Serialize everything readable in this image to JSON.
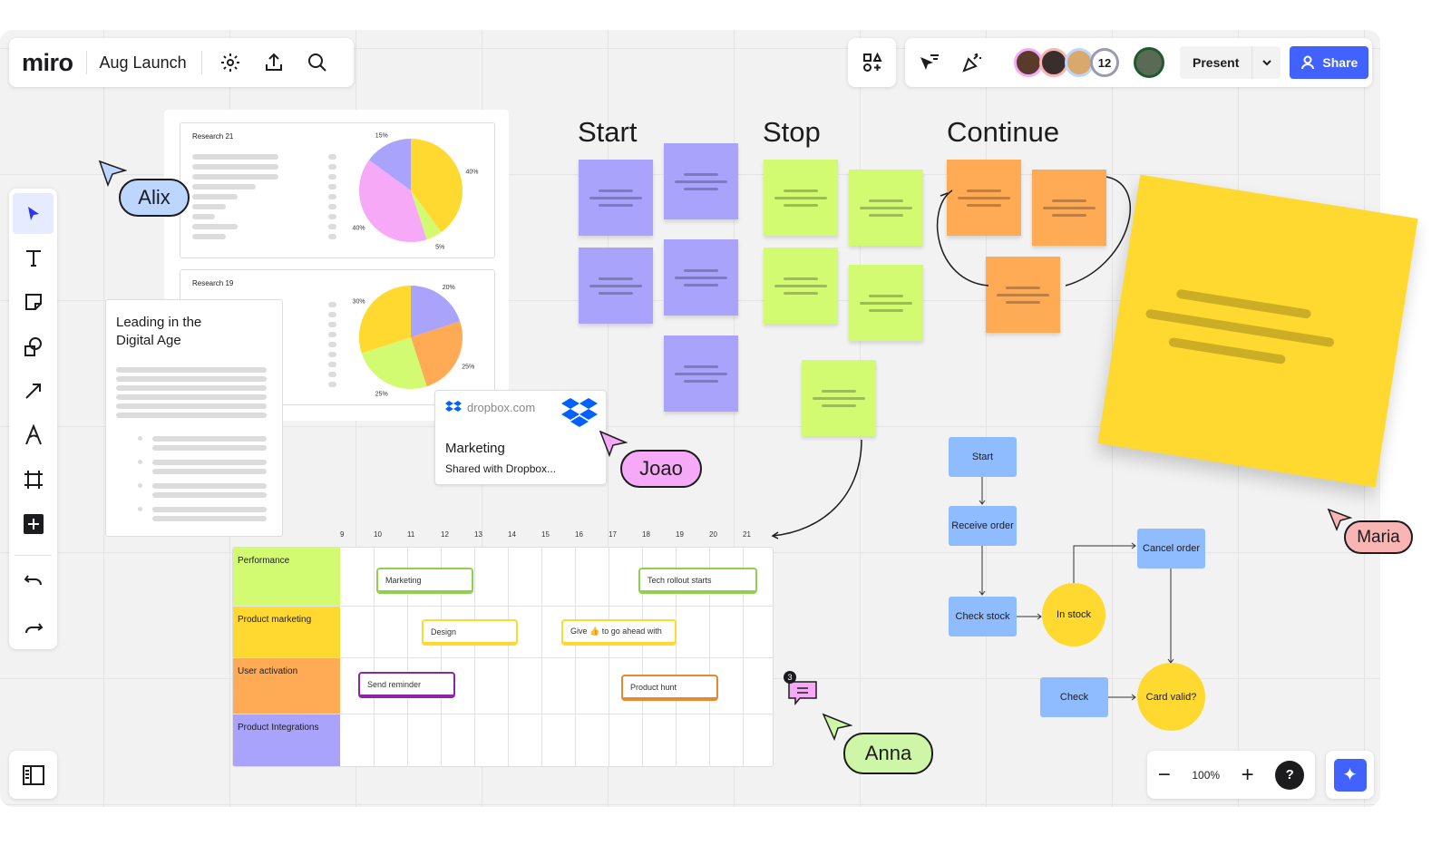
{
  "topbar": {
    "logo": "miro",
    "board_name": "Aug Launch",
    "collab_count": "12",
    "present_label": "Present",
    "share_label": "Share"
  },
  "colors": {
    "accent": "#4262ff",
    "purple": "#a9a3fb",
    "green": "#d3fb72",
    "orange": "#ffab55",
    "yellow": "#ffd930",
    "flow": "#8fbcff"
  },
  "retro": {
    "start": "Start",
    "stop": "Stop",
    "continue": "Continue"
  },
  "research": [
    {
      "title": "Research 21",
      "slices": [
        {
          "value": 40,
          "label": "40%",
          "color": "#ffd930"
        },
        {
          "value": 5,
          "label": "5%",
          "color": "#d3fb72"
        },
        {
          "value": 40,
          "label": "40%",
          "color": "#f6a9f7"
        },
        {
          "value": 15,
          "label": "15%",
          "color": "#a9a3fb"
        }
      ]
    },
    {
      "title": "Research 19",
      "slices": [
        {
          "value": 20,
          "label": "20%",
          "color": "#a9a3fb"
        },
        {
          "value": 25,
          "label": "25%",
          "color": "#ffab55"
        },
        {
          "value": 25,
          "label": "25%",
          "color": "#d3fb72"
        },
        {
          "value": 30,
          "label": "30%",
          "color": "#ffd930"
        }
      ]
    }
  ],
  "doc": {
    "title": "Leading in the Digital Age"
  },
  "dropbox": {
    "domain": "dropbox.com",
    "title": "Marketing",
    "subtitle": "Shared with Dropbox..."
  },
  "cursors": {
    "alix": "Alix",
    "joao": "Joao",
    "anna": "Anna",
    "maria": "Maria"
  },
  "timeline": {
    "days": [
      "9",
      "10",
      "11",
      "12",
      "13",
      "14",
      "15",
      "16",
      "17",
      "18",
      "19",
      "20",
      "21"
    ],
    "rows": [
      "Performance",
      "Product marketing",
      "User activation",
      "Product Integrations"
    ],
    "events": {
      "marketing": "Marketing",
      "tech": "Tech rollout starts",
      "design": "Design",
      "give": "Give 👍 to go ahead with",
      "reminder": "Send reminder",
      "hunt": "Product hunt"
    }
  },
  "comment": {
    "count": "3"
  },
  "flow": {
    "start": "Start",
    "receive": "Receive order",
    "check_stock": "Check stock",
    "in_stock": "In stock",
    "cancel": "Cancel order",
    "check": "Check",
    "card_valid": "Card valid?"
  },
  "zoom": {
    "level": "100%",
    "help": "?"
  }
}
